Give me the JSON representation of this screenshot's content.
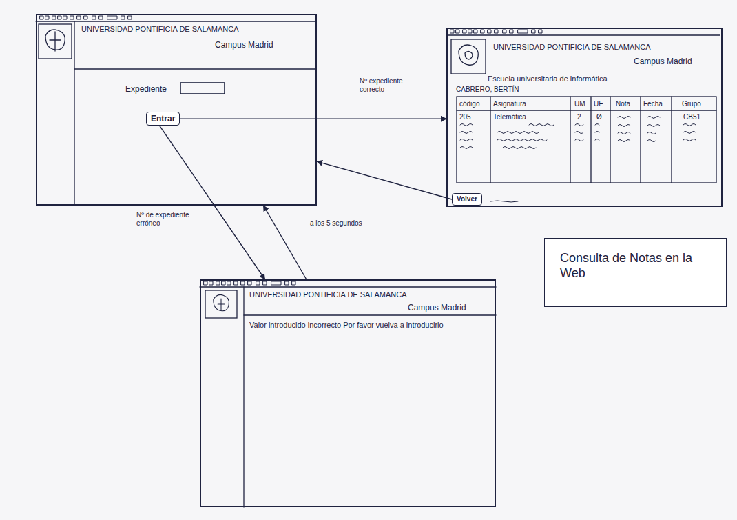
{
  "diagram": {
    "nodes": [
      {
        "text": [
          "UNIVERSIDAD PONTIFICIA DE SALAMANCA",
          "Campus Madrid",
          "Expediente"
        ]
      },
      {
        "text": [
          "Entrar"
        ],
        "in": 0
      },
      {
        "text": [
          "UNIVERSIDAD PONTIFICIA DE SALAMANCA",
          "Campus Madrid",
          "Escuela universitaria de informática",
          "CABRERO, BERTÍN"
        ]
      },
      {
        "text": [
          "Volver"
        ],
        "in": 2
      },
      {
        "text": [
          "UNIVERSIDAD PONTIFICIA DE SALAMANCA",
          "Campus Madrid",
          "Valor introducido incorrecto Por favor vuelva a introducirlo"
        ]
      },
      {
        "text": [
          "Consulta de Notas en la Web"
        ]
      }
    ],
    "edges": [
      {
        "from": 1,
        "to": 2,
        "arrow": "to",
        "label": "Nº expediente correcto"
      },
      {
        "from": 1,
        "to": 4,
        "arrow": "to",
        "label": "Nº de expediente erróneo"
      },
      {
        "from": 4,
        "to": 0,
        "arrow": "to",
        "label": "a los 5 segundos"
      },
      {
        "from": 3,
        "to": 0,
        "arrow": "to"
      }
    ],
    "labels": [
      "código",
      "Asignatura",
      "UM",
      "UE",
      "Nota",
      "Fecha",
      "Grupo",
      "205",
      "Telemática",
      "2",
      "Ø",
      "CB51"
    ]
  }
}
